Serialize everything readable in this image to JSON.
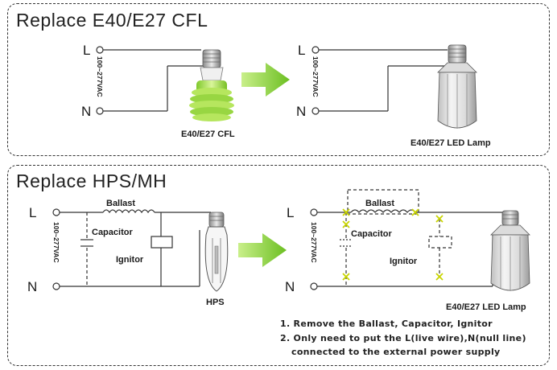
{
  "panels": {
    "top": {
      "title": "Replace E40/E27 CFL",
      "live": "L",
      "neutral": "N",
      "voltage": "100~277VAC",
      "old_lamp_label": "E40/E27 CFL",
      "new_lamp_label": "E40/E27 LED Lamp"
    },
    "bottom": {
      "title": "Replace HPS/MH",
      "live": "L",
      "neutral": "N",
      "voltage": "100~277VAC",
      "ballast": "Ballast",
      "capacitor": "Capacitor",
      "ignitor": "Ignitor",
      "old_lamp_label": "HPS",
      "new_lamp_label": "E40/E27 LED Lamp",
      "instructions": [
        "1. Remove the Ballast, Capacitor, Ignitor",
        "2. Only need to put the L(live wire),N(null line)",
        "connected to the external power supply"
      ]
    }
  },
  "colors": {
    "arrow": "#7cc832",
    "cfl_tube": "#a8e04a",
    "wire": "#333333",
    "cross_mark": "#c8d400"
  }
}
